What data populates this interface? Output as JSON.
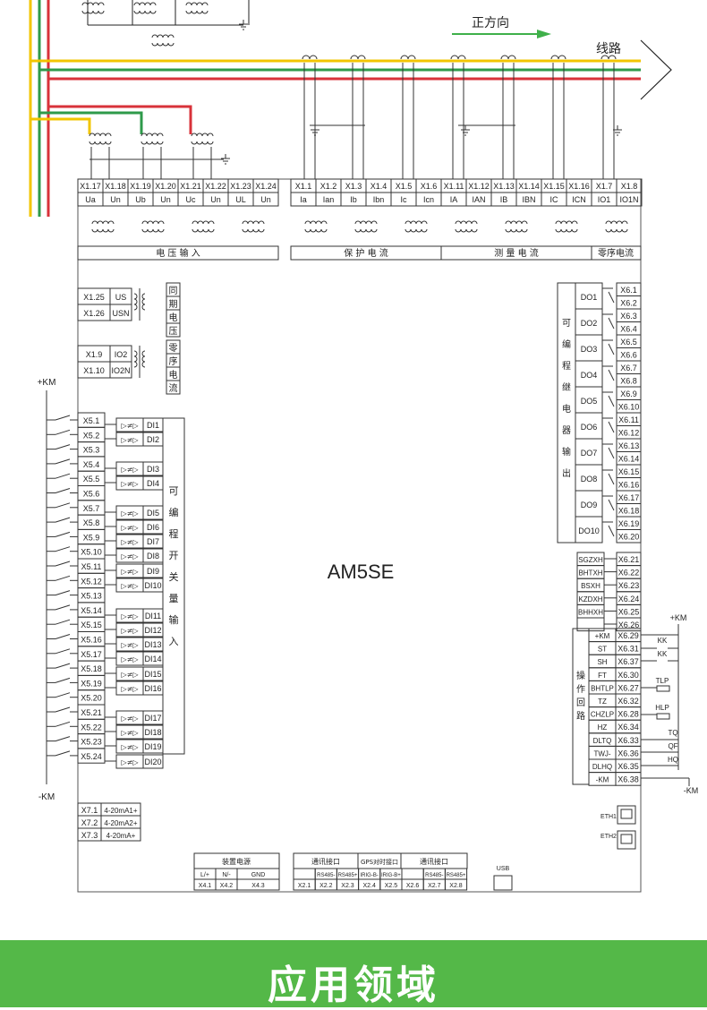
{
  "top": {
    "direction_label": "正方向",
    "line_label": "线路",
    "colors": {
      "yellow": "#f2c500",
      "green": "#2e9a4a",
      "red": "#d8323a",
      "arrow": "#3fb04a"
    }
  },
  "terminals_top": [
    {
      "id": "X1.17",
      "sig": "Ua"
    },
    {
      "id": "X1.18",
      "sig": "Un"
    },
    {
      "id": "X1.19",
      "sig": "Ub"
    },
    {
      "id": "X1.20",
      "sig": "Un"
    },
    {
      "id": "X1.21",
      "sig": "Uc"
    },
    {
      "id": "X1.22",
      "sig": "Un"
    },
    {
      "id": "X1.23",
      "sig": "UL"
    },
    {
      "id": "X1.24",
      "sig": "Un"
    },
    {
      "id": "X1.1",
      "sig": "Ia"
    },
    {
      "id": "X1.2",
      "sig": "Ian"
    },
    {
      "id": "X1.3",
      "sig": "Ib"
    },
    {
      "id": "X1.4",
      "sig": "Ibn"
    },
    {
      "id": "X1.5",
      "sig": "Ic"
    },
    {
      "id": "X1.6",
      "sig": "Icn"
    },
    {
      "id": "X1.11",
      "sig": "IA"
    },
    {
      "id": "X1.12",
      "sig": "IAN"
    },
    {
      "id": "X1.13",
      "sig": "IB"
    },
    {
      "id": "X1.14",
      "sig": "IBN"
    },
    {
      "id": "X1.15",
      "sig": "IC"
    },
    {
      "id": "X1.16",
      "sig": "ICN"
    },
    {
      "id": "X1.7",
      "sig": "IO1"
    },
    {
      "id": "X1.8",
      "sig": "IO1N"
    }
  ],
  "groups_top": {
    "voltage_input": "电 压 输 入",
    "protection_current": "保 护 电 流",
    "measurement_current": "测 量 电 流",
    "zero_seq_current": "零序电流"
  },
  "sync": {
    "rows": [
      {
        "id": "X1.25",
        "sig": "US"
      },
      {
        "id": "X1.26",
        "sig": "USN"
      }
    ],
    "label": [
      "同",
      "期",
      "电",
      "压"
    ]
  },
  "zeroseq": {
    "rows": [
      {
        "id": "X1.9",
        "sig": "IO2"
      },
      {
        "id": "X1.10",
        "sig": "IO2N"
      }
    ],
    "label": [
      "零",
      "序",
      "电",
      "流"
    ]
  },
  "digital_inputs": {
    "plus_km": "+KM",
    "minus_km": "-KM",
    "terminals": [
      "X5.1",
      "X5.2",
      "X5.3",
      "X5.4",
      "X5.5",
      "X5.6",
      "X5.7",
      "X5.8",
      "X5.9",
      "X5.10",
      "X5.11",
      "X5.12",
      "X5.13",
      "X5.14",
      "X5.15",
      "X5.16",
      "X5.17",
      "X5.18",
      "X5.19",
      "X5.20",
      "X5.21",
      "X5.22",
      "X5.23",
      "X5.24"
    ],
    "di": [
      "DI1",
      "DI2",
      "DI3",
      "DI4",
      "DI5",
      "DI6",
      "DI7",
      "DI8",
      "DI9",
      "DI10",
      "DI11",
      "DI12",
      "DI13",
      "DI14",
      "DI15",
      "DI16",
      "DI17",
      "DI18",
      "DI19",
      "DI20"
    ],
    "label": [
      "可",
      "编",
      "程",
      "开",
      "关",
      "量",
      "输",
      "入"
    ]
  },
  "device_name": "AM5SE",
  "relay_outputs": {
    "label": [
      "可",
      "编",
      "程",
      "继",
      "电",
      "器",
      "输",
      "出"
    ],
    "outputs": [
      "DO1",
      "DO2",
      "DO3",
      "DO4",
      "DO5",
      "DO6",
      "DO7",
      "DO8",
      "DO9",
      "DO10"
    ],
    "terminals": [
      "X6.1",
      "X6.2",
      "X6.3",
      "X6.4",
      "X6.5",
      "X6.6",
      "X6.7",
      "X6.8",
      "X6.9",
      "X6.10",
      "X6.11",
      "X6.12",
      "X6.13",
      "X6.14",
      "X6.15",
      "X6.16",
      "X6.17",
      "X6.18",
      "X6.19",
      "X6.20"
    ]
  },
  "signals": [
    {
      "name": "SGZXH",
      "id": "X6.21"
    },
    {
      "name": "BHTXH",
      "id": "X6.22"
    },
    {
      "name": "BSXH",
      "id": "X6.23"
    },
    {
      "name": "KZDXH",
      "id": "X6.24"
    },
    {
      "name": "BHHXH",
      "id": "X6.25"
    },
    {
      "name": "",
      "id": "X6.26"
    }
  ],
  "operation": {
    "label": [
      "操",
      "作",
      "回",
      "路"
    ],
    "rows": [
      {
        "name": "+KM",
        "id": "X6.29"
      },
      {
        "name": "ST",
        "id": "X6.31"
      },
      {
        "name": "SH",
        "id": "X6.37"
      },
      {
        "name": "FT",
        "id": "X6.30"
      },
      {
        "name": "BHTLP",
        "id": "X6.27"
      },
      {
        "name": "TZ",
        "id": "X6.32"
      },
      {
        "name": "CHZLP",
        "id": "X6.28"
      },
      {
        "name": "HZ",
        "id": "X6.34"
      },
      {
        "name": "DLTQ",
        "id": "X6.33"
      },
      {
        "name": "TWJ-",
        "id": "X6.36"
      },
      {
        "name": "DLHQ",
        "id": "X6.35"
      },
      {
        "name": "-KM",
        "id": "X6.38"
      }
    ],
    "ext": {
      "plus_km": "+KM",
      "kk1": "KK",
      "kk2": "KK",
      "tlp": "TLP",
      "hlp": "HLP",
      "tq": "TQ",
      "qf": "QF",
      "hq": "HQ",
      "minus_km": "-KM"
    }
  },
  "analog_out": [
    {
      "id": "X7.1",
      "sig": "4-20mA1+"
    },
    {
      "id": "X7.2",
      "sig": "4-20mA2+"
    },
    {
      "id": "X7.3",
      "sig": "4-20mA+"
    }
  ],
  "ethernet": {
    "eth1": "ETH1",
    "eth2": "ETH2"
  },
  "power": {
    "title": "装置电源",
    "pins": [
      {
        "sig": "L/+",
        "id": "X4.1"
      },
      {
        "sig": "N/-",
        "id": "X4.2"
      },
      {
        "sig": "GND",
        "id": "X4.3"
      }
    ]
  },
  "comm": {
    "title1": "通讯接口",
    "title2": "GPS对时接口",
    "title3": "通讯接口",
    "pins": [
      {
        "sig": "",
        "id": "X2.1"
      },
      {
        "sig": "RS485-",
        "id": "X2.2"
      },
      {
        "sig": "RS485+",
        "id": "X2.3"
      },
      {
        "sig": "IRIG-B-",
        "id": "X2.4"
      },
      {
        "sig": "IRIG-B+",
        "id": "X2.5"
      },
      {
        "sig": "",
        "id": "X2.6"
      },
      {
        "sig": "RS485-",
        "id": "X2.7"
      },
      {
        "sig": "RS485+",
        "id": "X2.8"
      }
    ]
  },
  "usb": "USB",
  "footer": {
    "title": "应用领域",
    "bg": "#54b848"
  }
}
